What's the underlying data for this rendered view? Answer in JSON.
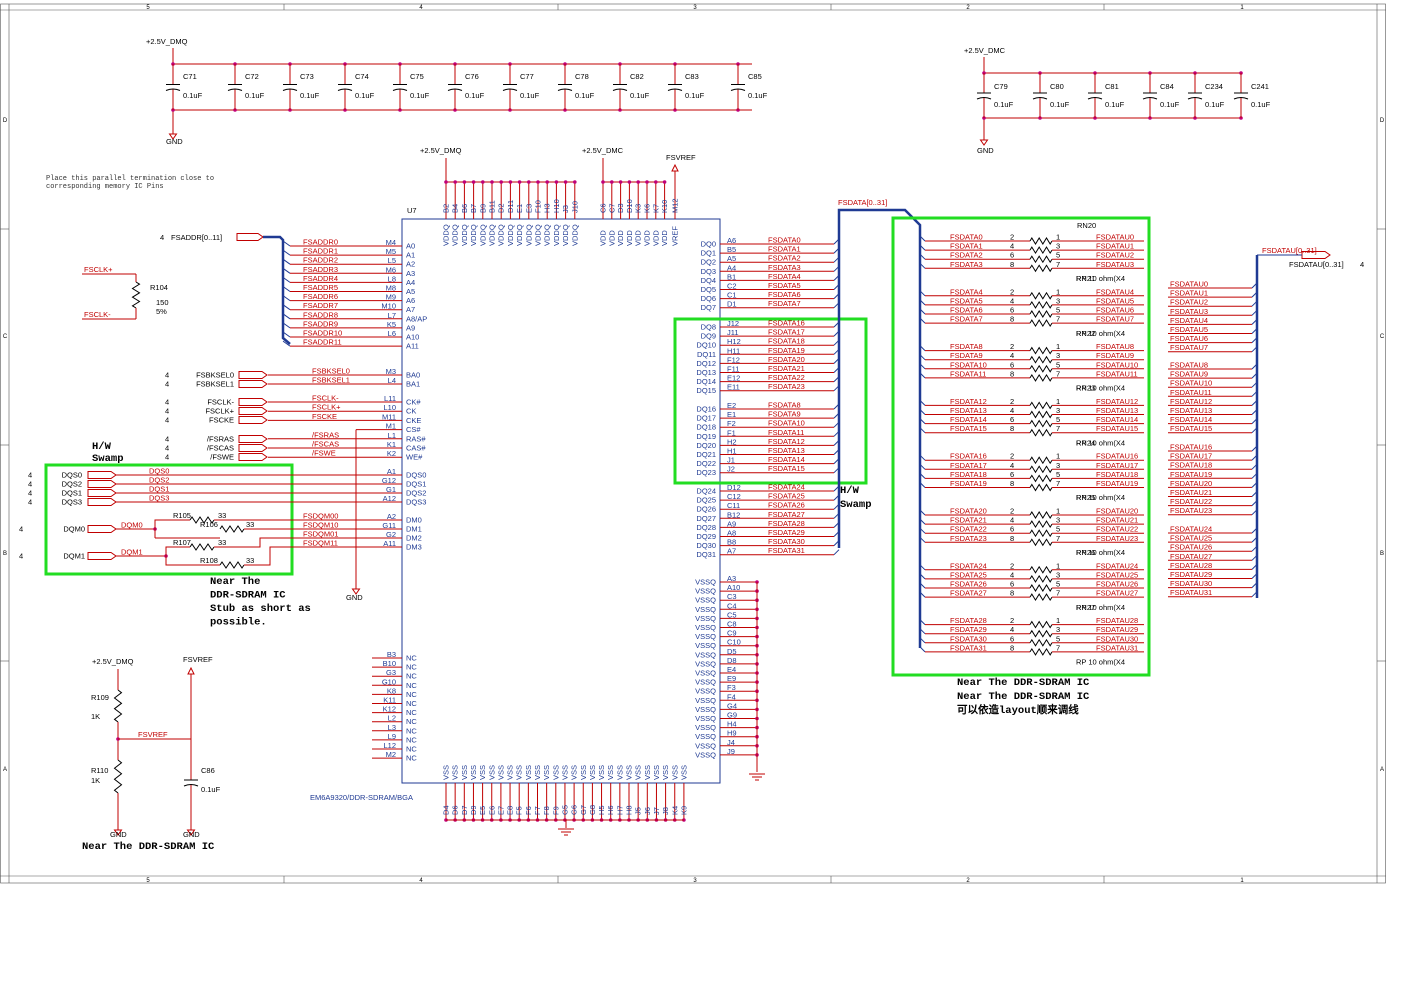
{
  "frame": {
    "cols": [
      "5",
      "4",
      "3",
      "2",
      "1"
    ],
    "rows": [
      "D",
      "C",
      "B",
      "A"
    ]
  },
  "chip": {
    "ref": "U7",
    "part": "EM6A9320/DDR-SDRAM/BGA",
    "left_pins": [
      {
        "ball": "M4",
        "name": "A0",
        "net": "FSADDR0"
      },
      {
        "ball": "M5",
        "name": "A1",
        "net": "FSADDR1"
      },
      {
        "ball": "L5",
        "name": "A2",
        "net": "FSADDR2"
      },
      {
        "ball": "M6",
        "name": "A3",
        "net": "FSADDR3"
      },
      {
        "ball": "L8",
        "name": "A4",
        "net": "FSADDR4"
      },
      {
        "ball": "M8",
        "name": "A5",
        "net": "FSADDR5"
      },
      {
        "ball": "M9",
        "name": "A6",
        "net": "FSADDR6"
      },
      {
        "ball": "M10",
        "name": "A7",
        "net": "FSADDR7"
      },
      {
        "ball": "L7",
        "name": "A8/AP",
        "net": "FSADDR8"
      },
      {
        "ball": "K5",
        "name": "A9",
        "net": "FSADDR9"
      },
      {
        "ball": "L6",
        "name": "A10",
        "net": "FSADDR10"
      },
      {
        "ball": "",
        "name": "A11",
        "net": "FSADDR11"
      }
    ],
    "left_pins2": [
      {
        "ball": "M3",
        "name": "BA0",
        "net": "FSBKSEL0"
      },
      {
        "ball": "L4",
        "name": "BA1",
        "net": "FSBKSEL1"
      }
    ],
    "left_pins3": [
      {
        "ball": "L11",
        "name": "CK#",
        "net": "FSCLK-"
      },
      {
        "ball": "L10",
        "name": "CK",
        "net": "FSCLK+"
      },
      {
        "ball": "M11",
        "name": "CKE",
        "net": "FSCKE"
      },
      {
        "ball": "M1",
        "name": "CS#",
        "net": ""
      },
      {
        "ball": "L1",
        "name": "RAS#",
        "net": "/FSRAS"
      },
      {
        "ball": "K1",
        "name": "CAS#",
        "net": "/FSCAS"
      },
      {
        "ball": "K2",
        "name": "WE#",
        "net": "/FSWE"
      }
    ],
    "left_pins4": [
      {
        "ball": "A1",
        "name": "DQS0",
        "net": ""
      },
      {
        "ball": "G12",
        "name": "DQS1",
        "net": ""
      },
      {
        "ball": "G1",
        "name": "DQS2",
        "net": ""
      },
      {
        "ball": "A12",
        "name": "DQS3",
        "net": ""
      },
      {
        "ball": "A2",
        "name": "DM0",
        "net": "FSDQM00"
      },
      {
        "ball": "G11",
        "name": "DM1",
        "net": "FSDQM10"
      },
      {
        "ball": "G2",
        "name": "DM2",
        "net": "FSDQM01"
      },
      {
        "ball": "A11",
        "name": "DM3",
        "net": "FSDQM11"
      }
    ],
    "nc_pins": [
      "B3",
      "B10",
      "G3",
      "G10",
      "K8",
      "K11",
      "K12",
      "L2",
      "L3",
      "L9",
      "L12",
      "M2"
    ],
    "nc_label": "NC",
    "top_vddq": [
      "B2",
      "B4",
      "B6",
      "B7",
      "B9",
      "B11",
      "D2",
      "D11",
      "E1",
      "E3",
      "F10",
      "H3",
      "H10",
      "J3",
      "J10"
    ],
    "top_vdd": [
      "C6",
      "C7",
      "D3",
      "D10",
      "K3",
      "K6",
      "K7",
      "K10",
      "M12"
    ],
    "vddq_label": "VDDQ",
    "vdd_label": "VDD",
    "vref_label": "VREF",
    "right_dq_a": [
      {
        "ball": "A6",
        "name": "DQ0",
        "net": "FSDATA0"
      },
      {
        "ball": "B5",
        "name": "DQ1",
        "net": "FSDATA1"
      },
      {
        "ball": "A5",
        "name": "DQ2",
        "net": "FSDATA2"
      },
      {
        "ball": "A4",
        "name": "DQ3",
        "net": "FSDATA3"
      },
      {
        "ball": "B1",
        "name": "DQ4",
        "net": "FSDATA4"
      },
      {
        "ball": "C2",
        "name": "DQ5",
        "net": "FSDATA5"
      },
      {
        "ball": "C1",
        "name": "DQ6",
        "net": "FSDATA6"
      },
      {
        "ball": "D1",
        "name": "DQ7",
        "net": "FSDATA7"
      }
    ],
    "right_dq_b": [
      {
        "ball": "J12",
        "name": "DQ8",
        "net": "FSDATA16"
      },
      {
        "ball": "J11",
        "name": "DQ9",
        "net": "FSDATA17"
      },
      {
        "ball": "H12",
        "name": "DQ10",
        "net": "FSDATA18"
      },
      {
        "ball": "H11",
        "name": "DQ11",
        "net": "FSDATA19"
      },
      {
        "ball": "F12",
        "name": "DQ12",
        "net": "FSDATA20"
      },
      {
        "ball": "F11",
        "name": "DQ13",
        "net": "FSDATA21"
      },
      {
        "ball": "E12",
        "name": "DQ14",
        "net": "FSDATA22"
      },
      {
        "ball": "E11",
        "name": "DQ15",
        "net": "FSDATA23"
      }
    ],
    "right_dq_c": [
      {
        "ball": "E2",
        "name": "DQ16",
        "net": "FSDATA8"
      },
      {
        "ball": "E1",
        "name": "DQ17",
        "net": "FSDATA9"
      },
      {
        "ball": "F2",
        "name": "DQ18",
        "net": "FSDATA10"
      },
      {
        "ball": "F1",
        "name": "DQ19",
        "net": "FSDATA11"
      },
      {
        "ball": "H2",
        "name": "DQ20",
        "net": "FSDATA12"
      },
      {
        "ball": "H1",
        "name": "DQ21",
        "net": "FSDATA13"
      },
      {
        "ball": "J1",
        "name": "DQ22",
        "net": "FSDATA14"
      },
      {
        "ball": "J2",
        "name": "DQ23",
        "net": "FSDATA15"
      }
    ],
    "right_dq_d": [
      {
        "ball": "D12",
        "name": "DQ24",
        "net": "FSDATA24"
      },
      {
        "ball": "C12",
        "name": "DQ25",
        "net": "FSDATA25"
      },
      {
        "ball": "C11",
        "name": "DQ26",
        "net": "FSDATA26"
      },
      {
        "ball": "B12",
        "name": "DQ27",
        "net": "FSDATA27"
      },
      {
        "ball": "A9",
        "name": "DQ28",
        "net": "FSDATA28"
      },
      {
        "ball": "A8",
        "name": "DQ29",
        "net": "FSDATA29"
      },
      {
        "ball": "B8",
        "name": "DQ30",
        "net": "FSDATA30"
      },
      {
        "ball": "A7",
        "name": "DQ31",
        "net": "FSDATA31"
      }
    ],
    "vssq_pins": [
      "A3",
      "A10",
      "C3",
      "C4",
      "C5",
      "C8",
      "C9",
      "C10",
      "D5",
      "D8",
      "E4",
      "E9",
      "F3",
      "F4",
      "G4",
      "G9",
      "H4",
      "H9",
      "J4",
      "J9"
    ],
    "vssq_label": "VSSQ",
    "vss_pins": [
      "D4",
      "D6",
      "D7",
      "D9",
      "E5",
      "E6",
      "E7",
      "E8",
      "F5",
      "F6",
      "F7",
      "F8",
      "F9",
      "G5",
      "G6",
      "G7",
      "G8",
      "H5",
      "H6",
      "H7",
      "H8",
      "J5",
      "J6",
      "J7",
      "J8",
      "K4",
      "K9"
    ],
    "vss_label": "VSS"
  },
  "rails": {
    "dmq": "+2.5V_DMQ",
    "dmc": "+2.5V_DMC",
    "fsvref": "FSVREF",
    "gnd": "GND"
  },
  "caps_top_left": [
    {
      "ref": "C71",
      "val": "0.1uF"
    },
    {
      "ref": "C72",
      "val": "0.1uF"
    },
    {
      "ref": "C73",
      "val": "0.1uF"
    },
    {
      "ref": "C74",
      "val": "0.1uF"
    },
    {
      "ref": "C75",
      "val": "0.1uF"
    },
    {
      "ref": "C76",
      "val": "0.1uF"
    },
    {
      "ref": "C77",
      "val": "0.1uF"
    },
    {
      "ref": "C78",
      "val": "0.1uF"
    },
    {
      "ref": "C82",
      "val": "0.1uF"
    },
    {
      "ref": "C83",
      "val": "0.1uF"
    },
    {
      "ref": "C85",
      "val": "0.1uF"
    }
  ],
  "caps_top_right": [
    {
      "ref": "C79",
      "val": "0.1uF"
    },
    {
      "ref": "C80",
      "val": "0.1uF"
    },
    {
      "ref": "C81",
      "val": "0.1uF"
    },
    {
      "ref": "C84",
      "val": "0.1uF"
    },
    {
      "ref": "C234",
      "val": "0.1uF"
    },
    {
      "ref": "C241",
      "val": "0.1uF"
    }
  ],
  "note_placement": [
    "Place this parallel termination close to",
    "corresponding memory IC Pins"
  ],
  "fsclk": {
    "plus": "FSCLK+",
    "minus": "FSCLK-",
    "ref": "R104",
    "val": "150",
    "tol": "5%"
  },
  "fsaddr_bus": {
    "sheet": "4",
    "name": "FSADDR[0..11]"
  },
  "offpage_left": [
    {
      "sheet": "4",
      "name": "FSBKSEL0",
      "net": "FSBKSEL0"
    },
    {
      "sheet": "4",
      "name": "FSBKSEL1",
      "net": "FSBKSEL1"
    },
    {
      "sheet": "4",
      "name": "FSCLK-",
      "net": "FSCLK-"
    },
    {
      "sheet": "4",
      "name": "FSCLK+",
      "net": "FSCLK+"
    },
    {
      "sheet": "4",
      "name": "FSCKE",
      "net": "FSCKE"
    },
    {
      "sheet": "4",
      "name": "/FSRAS",
      "net": "/FSRAS"
    },
    {
      "sheet": "4",
      "name": "/FSCAS",
      "net": "/FSCAS"
    },
    {
      "sheet": "4",
      "name": "/FSWE",
      "net": "/FSWE"
    }
  ],
  "dqs_group": {
    "title1": "H/W",
    "title2": "Swamp",
    "items": [
      {
        "sheet": "4",
        "name": "DQS0",
        "net": "DQS0"
      },
      {
        "sheet": "4",
        "name": "DQS2",
        "net": "DQS2"
      },
      {
        "sheet": "4",
        "name": "DQS1",
        "net": "DQS1"
      },
      {
        "sheet": "4",
        "name": "DQS3",
        "net": "DQS3"
      }
    ],
    "dqm0": {
      "sheet": "4",
      "name": "DQM0",
      "net": "DQM0"
    },
    "dqm1": {
      "sheet": "4",
      "name": "DQM1",
      "net": "DQM1"
    },
    "res": [
      {
        "ref": "R105",
        "val": "33"
      },
      {
        "ref": "R106",
        "val": "33"
      },
      {
        "ref": "R107",
        "val": "33"
      },
      {
        "ref": "R108",
        "val": "33"
      }
    ],
    "note": [
      "Near The",
      "DDR-SDRAM IC",
      "Stub as short as",
      "possible."
    ]
  },
  "hw_swamp_right": [
    "H/W",
    "Swamp"
  ],
  "vref_circuit": {
    "r109": {
      "ref": "R109",
      "val": "1K"
    },
    "r110": {
      "ref": "R110",
      "val": "1K"
    },
    "c86": {
      "ref": "C86",
      "val": "0.1uF"
    },
    "net": "FSVREF",
    "note": "Near The DDR-SDRAM IC"
  },
  "fsdata_bus": "FSDATA[0..31]",
  "rn_packs": [
    {
      "top": "RN20",
      "bottom": "RP 10 ohm(X4",
      "overlay": "RN21"
    },
    {
      "top": "",
      "bottom": "RP 10 ohm(X4",
      "overlay": "RN22"
    },
    {
      "top": "",
      "bottom": "RP 10 ohm(X4",
      "overlay": "RN23"
    },
    {
      "top": "",
      "bottom": "RP 10 ohm(X4",
      "overlay": "RN24"
    },
    {
      "top": "",
      "bottom": "RP 10 ohm(X4",
      "overlay": "RN25"
    },
    {
      "top": "",
      "bottom": "RP 10 ohm(X4",
      "overlay": "RN26"
    },
    {
      "top": "",
      "bottom": "RP 10 ohm(X4",
      "overlay": "RN27"
    },
    {
      "top": "",
      "bottom": "RP 10 ohm(X4",
      "overlay": ""
    }
  ],
  "rn_pin_left": [
    "2",
    "4",
    "6",
    "8"
  ],
  "rn_pin_right": [
    "1",
    "3",
    "5",
    "7"
  ],
  "fsdatau_out": [
    "FSDATAU0",
    "FSDATAU1",
    "FSDATAU2",
    "FSDATAU3",
    "FSDATAU4",
    "FSDATAU5",
    "FSDATAU6",
    "FSDATAU7",
    "FSDATAU8",
    "FSDATAU9",
    "FSDATAU10",
    "FSDATAU11",
    "FSDATAU12",
    "FSDATAU13",
    "FSDATAU14",
    "FSDATAU15",
    "FSDATAU16",
    "FSDATAU17",
    "FSDATAU18",
    "FSDATAU19",
    "FSDATAU20",
    "FSDATAU21",
    "FSDATAU22",
    "FSDATAU23",
    "FSDATAU24",
    "FSDATAU25",
    "FSDATAU26",
    "FSDATAU27",
    "FSDATAU28",
    "FSDATAU29",
    "FSDATAU30",
    "FSDATAU31"
  ],
  "fsdatau_bus": {
    "red": "FSDATAU[0..31]",
    "black": "FSDATAU[0..31]",
    "sheet": "4"
  },
  "rn_note": [
    "Near The DDR-SDRAM IC",
    "Near The DDR-SDRAM IC",
    "可以依造layout顺来调线"
  ]
}
